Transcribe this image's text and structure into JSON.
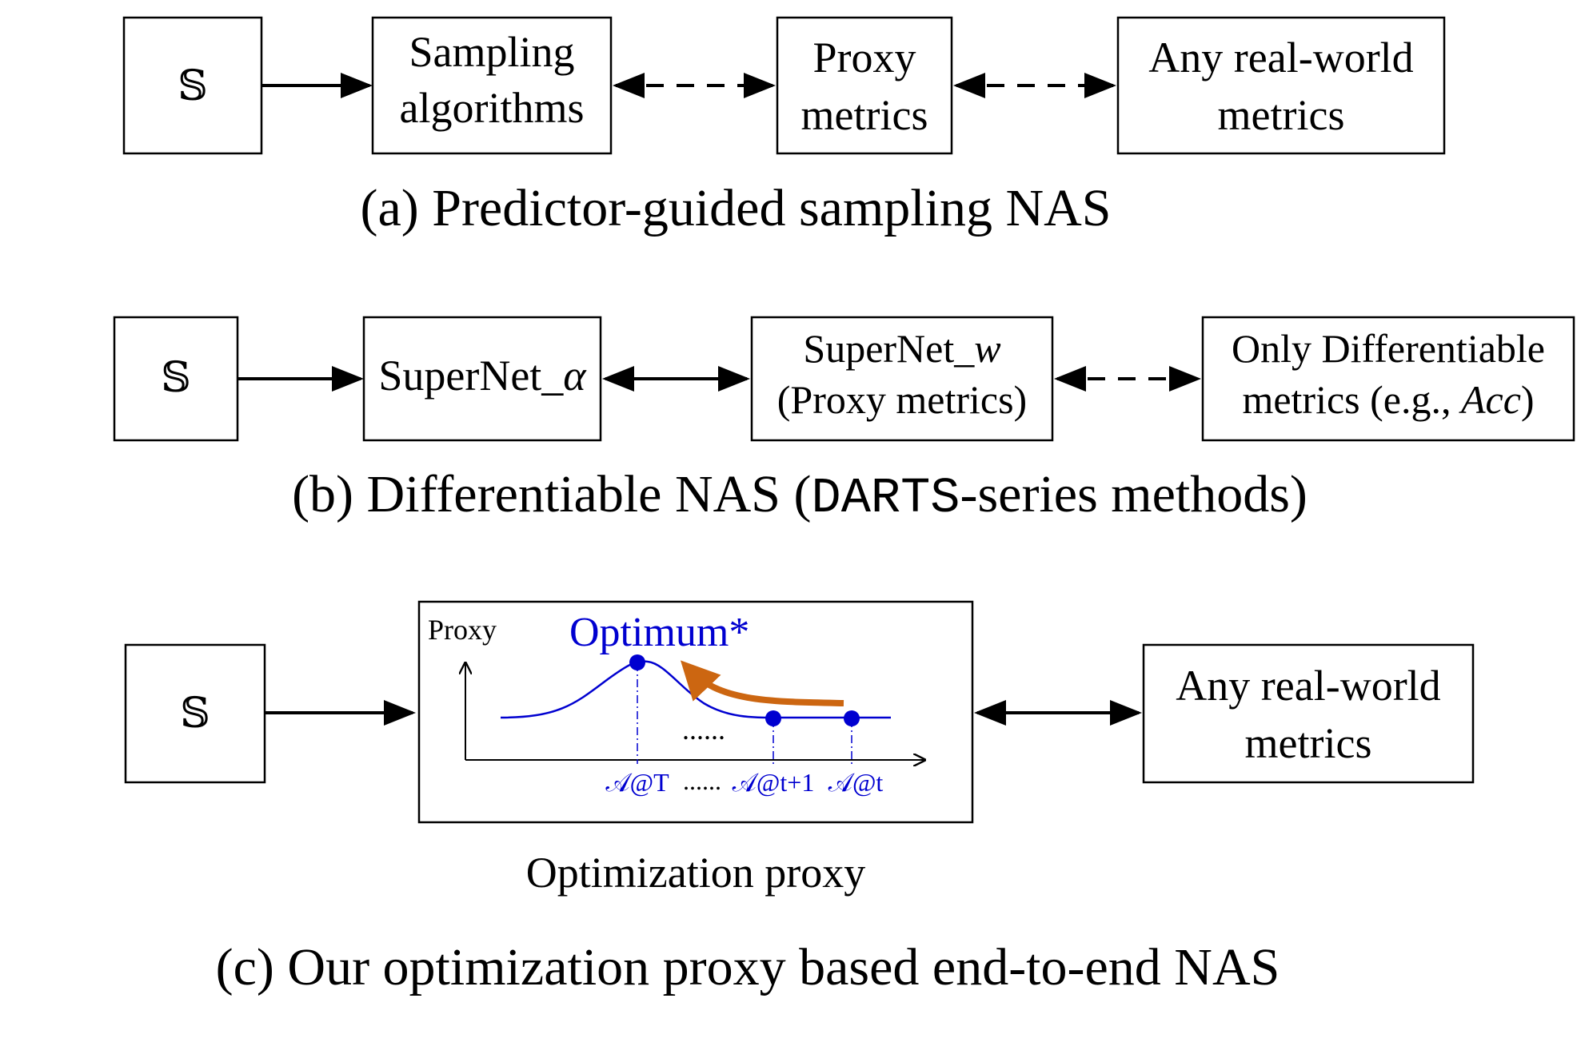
{
  "colors": {
    "blue": "#0000d0",
    "orange": "#cc6611",
    "black": "#000000"
  },
  "panel_a": {
    "start_symbol": "𝕊",
    "sampling_line1": "Sampling",
    "sampling_line2": "algorithms",
    "proxy_line1": "Proxy",
    "proxy_line2": "metrics",
    "real_line1": "Any real-world",
    "real_line2": "metrics",
    "caption": "(a) Predictor-guided sampling NAS"
  },
  "panel_b": {
    "start_symbol": "𝕊",
    "supernet_alpha_text": "SuperNet_",
    "supernet_alpha_symbol": "α",
    "supernet_w_text": "SuperNet_",
    "supernet_w_symbol": "w",
    "supernet_w_line2": "(Proxy metrics)",
    "diff_line1": "Only Differentiable",
    "diff_line2_pre": "metrics (e.g., ",
    "diff_line2_italic": "Acc",
    "diff_line2_post": ")",
    "caption_pre": "(b) Differentiable NAS (",
    "caption_mono": "DARTS",
    "caption_post": "-series methods)"
  },
  "panel_c": {
    "start_symbol": "𝕊",
    "y_axis_label": "Proxy",
    "optimum_label": "Optimum*",
    "middle_dots": "......",
    "tick_T": "𝒜@T",
    "tick_dots": "......",
    "tick_t1": "𝒜@t+1",
    "tick_t": "𝒜@t",
    "box_caption": "Optimization proxy",
    "real_line1": "Any real-world",
    "real_line2": "metrics",
    "caption": "(c) Our optimization proxy based end-to-end NAS"
  }
}
